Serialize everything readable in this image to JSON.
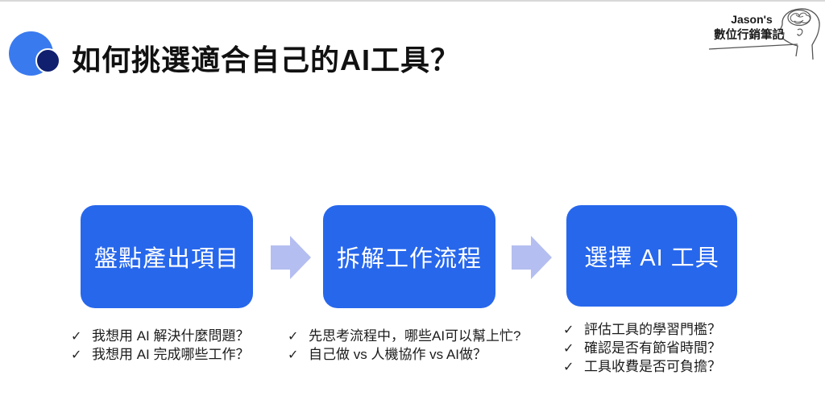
{
  "slide": {
    "background": "#ffffff",
    "top_border_color": "#d8d8d8"
  },
  "header": {
    "title": "如何挑選適合自己的AI工具？",
    "logo": {
      "big_circle_color": "#3A7AEF",
      "small_circle_color": "#101F6E"
    }
  },
  "brand": {
    "line1": "Jason's",
    "line2": "數位行銷筆記",
    "icon": "thinking-head-profile-with-brain-sketch"
  },
  "flow": {
    "box_color": "#2767EC",
    "box_text_color": "#ffffff",
    "arrow_color": "#B4BEF0",
    "check_glyph": "✓",
    "steps": [
      {
        "label": "盤點產出項目",
        "checks": [
          "我想用 AI 解決什麼問題？",
          "我想用 AI 完成哪些工作？"
        ]
      },
      {
        "label": "拆解工作流程",
        "checks": [
          "先思考流程中，哪些AI可以幫上忙?",
          "自己做 vs 人機協作 vs AI做？"
        ]
      },
      {
        "label": "選擇 AI 工具",
        "checks": [
          "評估工具的學習門檻？",
          "確認是否有節省時間？",
          "工具收費是否可負擔？"
        ]
      }
    ]
  }
}
